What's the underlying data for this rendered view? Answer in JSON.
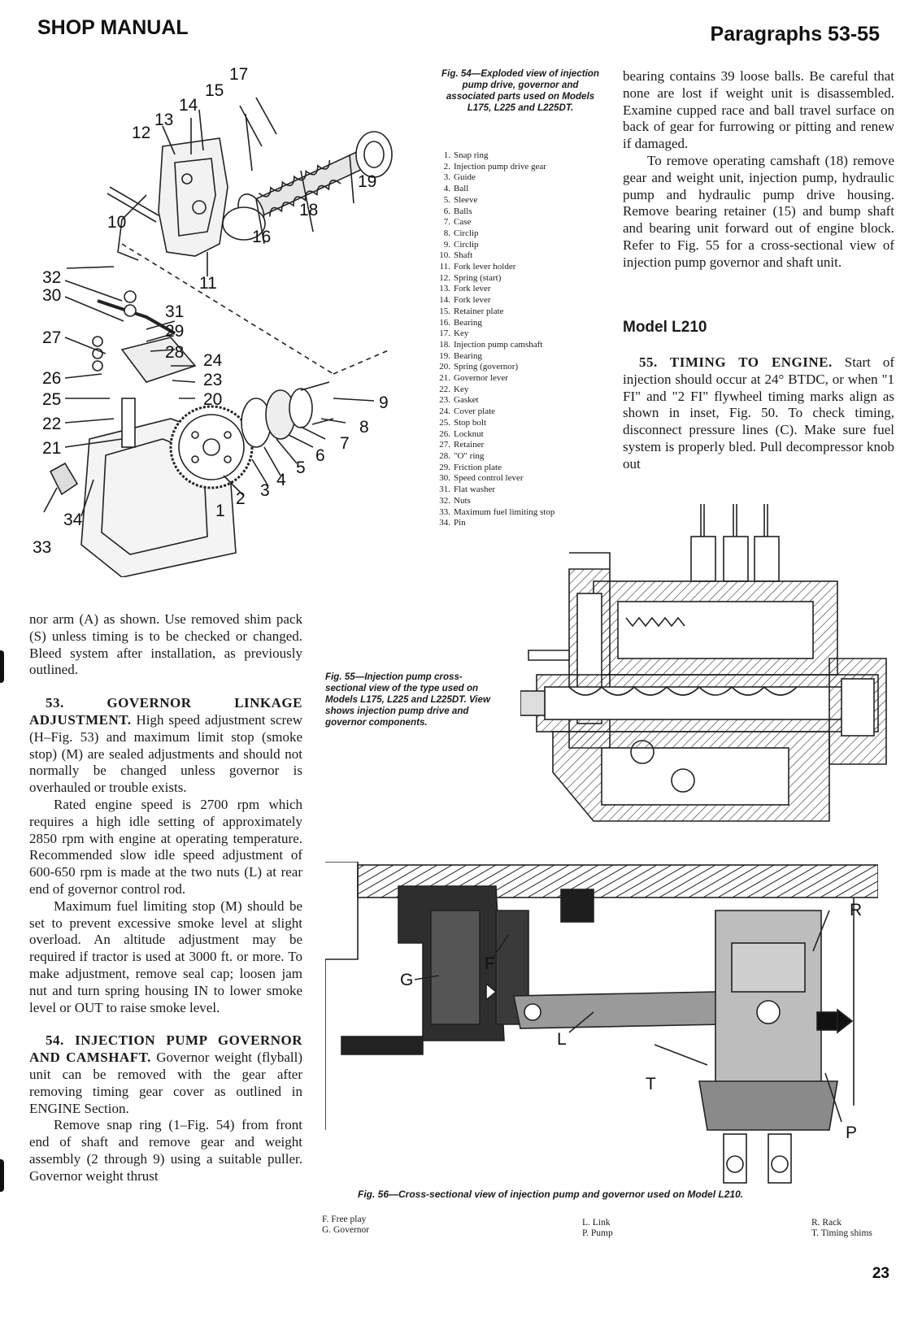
{
  "header": {
    "left": "SHOP MANUAL",
    "right": "Paragraphs 53-55"
  },
  "fig54": {
    "caption": "Fig. 54—Exploded view of injection pump drive, governor and associated parts used on Models L175, L225 and L225DT.",
    "parts": [
      {
        "n": "1.",
        "t": "Snap ring"
      },
      {
        "n": "2.",
        "t": "Injection pump drive gear"
      },
      {
        "n": "3.",
        "t": "Guide"
      },
      {
        "n": "4.",
        "t": "Ball"
      },
      {
        "n": "5.",
        "t": "Sleeve"
      },
      {
        "n": "6.",
        "t": "Balls"
      },
      {
        "n": "7.",
        "t": "Case"
      },
      {
        "n": "8.",
        "t": "Circlip"
      },
      {
        "n": "9.",
        "t": "Circlip"
      },
      {
        "n": "10.",
        "t": "Shaft"
      },
      {
        "n": "11.",
        "t": "Fork lever holder"
      },
      {
        "n": "12.",
        "t": "Spring (start)"
      },
      {
        "n": "13.",
        "t": "Fork lever"
      },
      {
        "n": "14.",
        "t": "Fork lever"
      },
      {
        "n": "15.",
        "t": "Retainer plate"
      },
      {
        "n": "16.",
        "t": "Bearing"
      },
      {
        "n": "17.",
        "t": "Key"
      },
      {
        "n": "18.",
        "t": "Injection pump camshaft"
      },
      {
        "n": "19.",
        "t": "Bearing"
      },
      {
        "n": "20.",
        "t": "Spring (governor)"
      },
      {
        "n": "21.",
        "t": "Governor lever"
      },
      {
        "n": "22.",
        "t": "Key"
      },
      {
        "n": "23.",
        "t": "Gasket"
      },
      {
        "n": "24.",
        "t": "Cover plate"
      },
      {
        "n": "25.",
        "t": "Stop bolt"
      },
      {
        "n": "26.",
        "t": "Locknut"
      },
      {
        "n": "27.",
        "t": "Retainer"
      },
      {
        "n": "28.",
        "t": "\"O\" ring"
      },
      {
        "n": "29.",
        "t": "Friction plate"
      },
      {
        "n": "30.",
        "t": "Speed control lever"
      },
      {
        "n": "31.",
        "t": "Flat washer"
      },
      {
        "n": "32.",
        "t": "Nuts"
      },
      {
        "n": "33.",
        "t": "Maximum fuel limiting stop"
      },
      {
        "n": "34.",
        "t": "Pin"
      }
    ],
    "callouts": [
      "1",
      "2",
      "3",
      "4",
      "5",
      "6",
      "7",
      "8",
      "9",
      "10",
      "11",
      "12",
      "13",
      "14",
      "15",
      "16",
      "17",
      "18",
      "19",
      "20",
      "21",
      "22",
      "23",
      "24",
      "25",
      "26",
      "27",
      "28",
      "29",
      "30",
      "31",
      "32",
      "33",
      "34"
    ]
  },
  "right_col": {
    "p1": "bearing contains 39 loose balls. Be careful that none are lost if weight unit is disassembled. Examine cupped race and ball travel surface on back of gear for furrowing or pitting and renew if damaged.",
    "p2": "To remove operating camshaft (18) remove gear and weight unit, injection pump, hydraulic pump and hydraulic pump drive housing. Remove bearing retainer (15) and bump shaft and bearing unit forward out of engine block. Refer to Fig. 55 for a cross-sectional view of injection pump governor and shaft unit.",
    "subhead": "Model L210",
    "p55_head": "55. TIMING TO ENGINE.",
    "p55_body": "Start of injection should occur at 24° BTDC, or when \"1 FI\" and \"2 FI\" flywheel timing marks align as shown in inset, Fig. 50. To check timing, disconnect pressure lines (C). Make sure fuel system is properly bled. Pull decompressor knob out"
  },
  "left_col": {
    "p0": "nor arm (A) as shown. Use removed shim pack (S) unless timing is to be checked or changed. Bleed system after installation, as previously outlined.",
    "p53_head": "53. GOVERNOR LINKAGE ADJUSTMENT.",
    "p53_body": "High speed adjustment screw (H–Fig. 53) and maximum limit stop (smoke stop) (M) are sealed adjustments and should not normally be changed unless governor is overhauled or trouble exists.",
    "p53_b": "Rated engine speed is 2700 rpm which requires a high idle setting of approximately 2850 rpm with engine at operating temperature. Recommended slow idle speed adjustment of 600-650 rpm is made at the two nuts (L) at rear end of governor control rod.",
    "p53_c": "Maximum fuel limiting stop (M) should be set to prevent excessive smoke level at slight overload. An altitude adjustment may be required if tractor is used at 3000 ft. or more. To make adjustment, remove seal cap; loosen jam nut and turn spring housing IN to lower smoke level or OUT to raise smoke level.",
    "p54_head": "54. INJECTION PUMP GOVERNOR AND CAMSHAFT.",
    "p54_body": "Governor weight (flyball) unit can be removed with the gear after removing timing gear cover as outlined in ENGINE Section.",
    "p54_b": "Remove snap ring (1–Fig. 54) from front end of shaft and remove gear and weight assembly (2 through 9) using a suitable puller. Governor weight thrust"
  },
  "fig55": {
    "caption": "Fig. 55—Injection pump cross-sectional view of the type used on Models L175, L225 and L225DT. View shows injection pump drive and governor components."
  },
  "fig56": {
    "caption": "Fig. 56—Cross-sectional view of injection pump and governor used on Model L210.",
    "labels": [
      "G",
      "F",
      "L",
      "T",
      "R",
      "P"
    ],
    "legend": [
      [
        "F. Free play",
        "G. Governor"
      ],
      [
        "L. Link",
        "P. Pump"
      ],
      [
        "R. Rack",
        "T. Timing shims"
      ]
    ]
  },
  "page_number": "23"
}
